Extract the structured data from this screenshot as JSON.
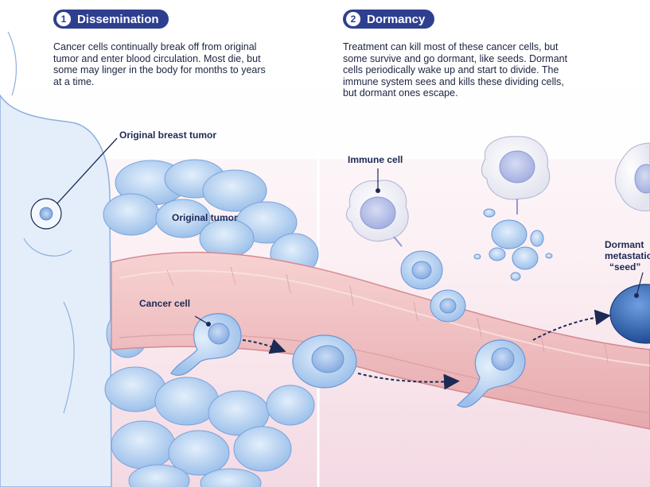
{
  "panels": [
    {
      "number": "1",
      "title": "Dissemination",
      "description": "Cancer cells continually break off from original tumor and enter blood circulation. Most die, but some may linger in the body for months to years at a time."
    },
    {
      "number": "2",
      "title": "Dormancy",
      "description": "Treatment can kill most of these cancer cells, but some survive and go dormant, like seeds. Dormant cells periodically wake up and start to divide. The immune system sees and kills these dividing cells, but dormant ones escape."
    }
  ],
  "labels": {
    "original_breast_tumor": "Original breast tumor",
    "original_tumor": "Original tumor",
    "cancer_cell": "Cancer cell",
    "immune_cell": "Immune cell",
    "dormant_line1": "Dormant",
    "dormant_line2": "metastatic",
    "dormant_line3": "“seed”"
  },
  "colors": {
    "accent": "#2f3f8f",
    "vessel": "#f2c4c4",
    "cell": "#b8d4f2",
    "dormant_cell": "#2e5fae"
  }
}
